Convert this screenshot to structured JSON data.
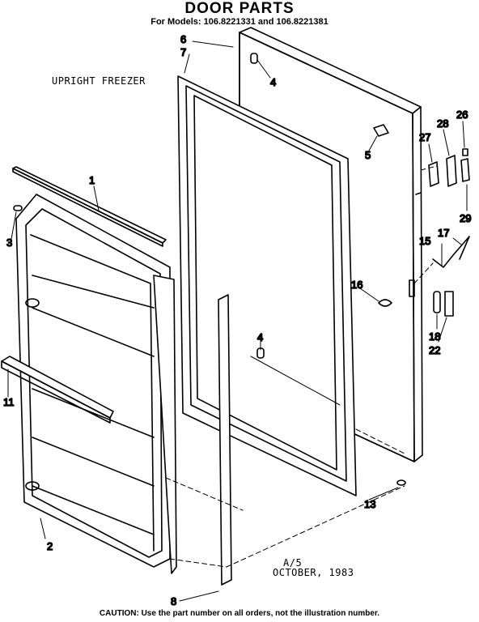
{
  "header": {
    "title": "DOOR PARTS",
    "subtitle": "For Models: 106.8221331  and 106.8221381"
  },
  "product_label": "UPRIGHT FREEZER",
  "revision": {
    "code": "A/5",
    "date": "OCTOBER, 1983"
  },
  "caution": "CAUTION: Use the part number on all orders, not the illustration number.",
  "callouts": {
    "c1": "1",
    "c2": "2",
    "c3": "3",
    "c4a": "4",
    "c4b": "4",
    "c5": "5",
    "c6": "6",
    "c7": "7",
    "c8": "8",
    "c11": "11",
    "c13": "13",
    "c15": "15",
    "c16": "16",
    "c17": "17",
    "c18": "18",
    "c22": "22",
    "c26": "26",
    "c27": "27",
    "c28": "28",
    "c29": "29"
  }
}
